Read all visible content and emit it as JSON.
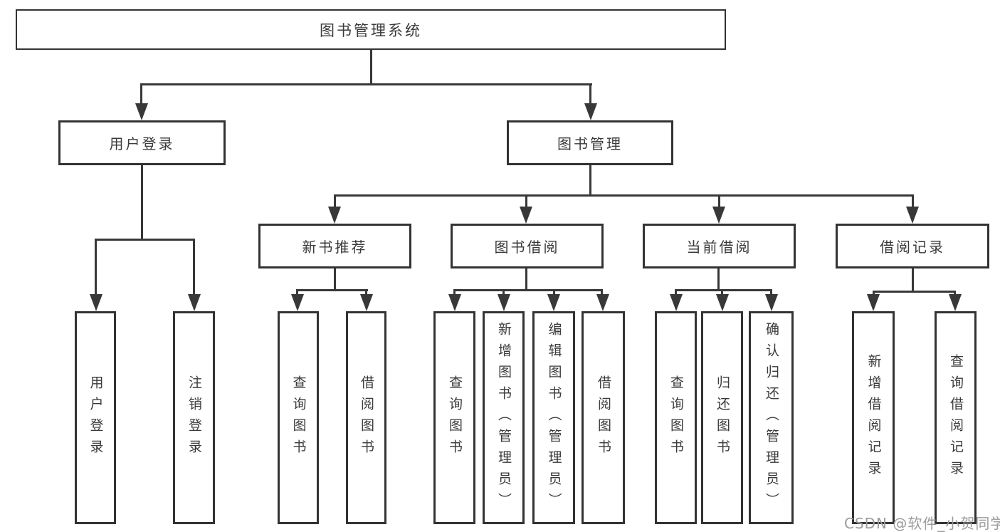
{
  "diagram_title": "图书管理系统",
  "nodes": {
    "root": "图书管理系统",
    "user_login_group": "用户登录",
    "book_mgmt_group": "图书管理",
    "new_book_rec": "新书推荐",
    "book_borrow": "图书借阅",
    "current_borrow": "当前借阅",
    "borrow_record": "借阅记录",
    "user_login": "用户登录",
    "logout_login": "注销登录",
    "rec_query_book": "查询图书",
    "rec_borrow_book": "借阅图书",
    "bb_query_book": "查询图书",
    "bb_add_book": "新增图书（管理员）",
    "bb_edit_book": "编辑图书（管理员）",
    "bb_borrow_book": "借阅图书",
    "cb_query_book": "查询图书",
    "cb_return_book": "归还图书",
    "cb_confirm_return": "确认归还（管理员）",
    "br_add_record": "新增借阅记录",
    "br_query_record": "查询借阅记录"
  },
  "hierarchy": {
    "图书管理系统": {
      "用户登录": [
        "用户登录",
        "注销登录"
      ],
      "图书管理": {
        "新书推荐": [
          "查询图书",
          "借阅图书"
        ],
        "图书借阅": [
          "查询图书",
          "新增图书（管理员）",
          "编辑图书（管理员）",
          "借阅图书"
        ],
        "当前借阅": [
          "查询图书",
          "归还图书",
          "确认归还（管理员）"
        ],
        "借阅记录": [
          "新增借阅记录",
          "查询借阅记录"
        ]
      }
    }
  },
  "watermark": "CSDN @软件_小贺同学",
  "colors": {
    "line": "#383838",
    "box_border": "#333333",
    "text": "#3a3a3a",
    "watermark": "#9b9b9b",
    "background": "#ffffff"
  }
}
